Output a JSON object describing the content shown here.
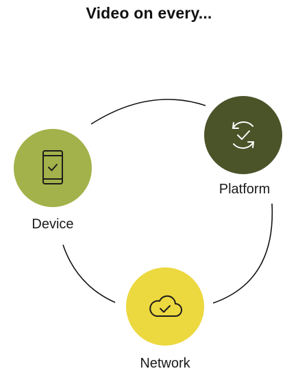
{
  "heading": "Video on every...",
  "nodes": {
    "device": {
      "label": "Device",
      "color": "#a3b24a",
      "icon": "smartphone-check-icon"
    },
    "platform": {
      "label": "Platform",
      "color": "#4b5329",
      "icon": "sync-check-icon"
    },
    "network": {
      "label": "Network",
      "color": "#ecd83f",
      "icon": "cloud-check-icon"
    }
  }
}
